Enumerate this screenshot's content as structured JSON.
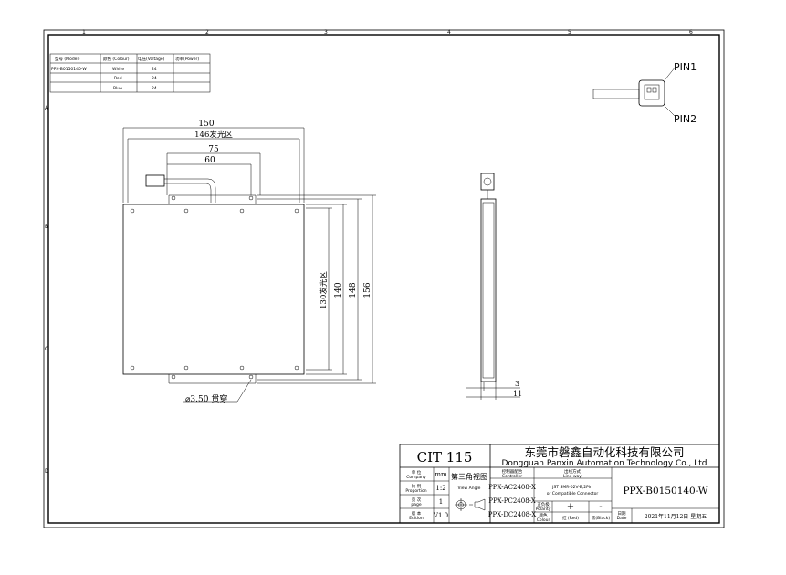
{
  "zones": {
    "cols": [
      "1",
      "2",
      "3",
      "4",
      "5",
      "6"
    ],
    "rows": [
      "A",
      "B",
      "C",
      "D"
    ]
  },
  "spec_table": {
    "headers": [
      "型号 (Model)",
      "颜色 (Colour)",
      "电压(Voltage)",
      "功率(Power)"
    ],
    "model": "PPX-B0150140-W",
    "rows": [
      {
        "colour": "White",
        "voltage": "24"
      },
      {
        "colour": "Red",
        "voltage": "24"
      },
      {
        "colour": "Blue",
        "voltage": "24"
      }
    ]
  },
  "connector": {
    "pin1": "PIN1",
    "pin2": "PIN2"
  },
  "dims": {
    "width": "150",
    "emit_width": "146发光区",
    "d75": "75",
    "d60": "60",
    "emit_height": "130发光区",
    "h140": "140",
    "h148": "148",
    "h156": "156",
    "hole": "⌀3.50 贯穿",
    "side_3": "3",
    "side_11": "11"
  },
  "title_block": {
    "code": "CIT 115",
    "company_cn": "东莞市磐鑫自动化科技有限公司",
    "company_en": "Dongguan Panxin Automation Technology Co., Ltd",
    "unit_label": "单 位",
    "unit_label_en": "Company",
    "unit": "mm",
    "proj_label": "第三角视图",
    "view_angle": "View Angle",
    "scale_label": "比 例",
    "scale_label_en": "Proportion",
    "scale": "1:2",
    "page_label": "页 次",
    "page_label_en": "page",
    "page": "1",
    "edition_label": "版 本",
    "edition_label_en": "Edition",
    "edition": "V1.0",
    "controller_label": "控制器配合",
    "controller_label_en": "Controller",
    "controllers": [
      "PPX-AC2408-X",
      "PPX-PC2408-X",
      "PPX-DC2408-X"
    ],
    "line_label": "出线方式",
    "line_label_en": "Line way",
    "line_value": "JST SMR-02V-B,2Pin",
    "line_value2": "or Compatible Connector",
    "polarity_label": "正负极",
    "polarity_label_en": "Polarity",
    "plus": "+",
    "minus": "-",
    "colour_label": "颜色",
    "colour_label_en": "Colour",
    "colour_value": "红 (Red)",
    "colour_value2": "黑(Black)",
    "part_no": "PPX-B0150140-W",
    "date_label": "日期",
    "date_label_en": "Date",
    "date": "2021年11月12日 星期五"
  }
}
